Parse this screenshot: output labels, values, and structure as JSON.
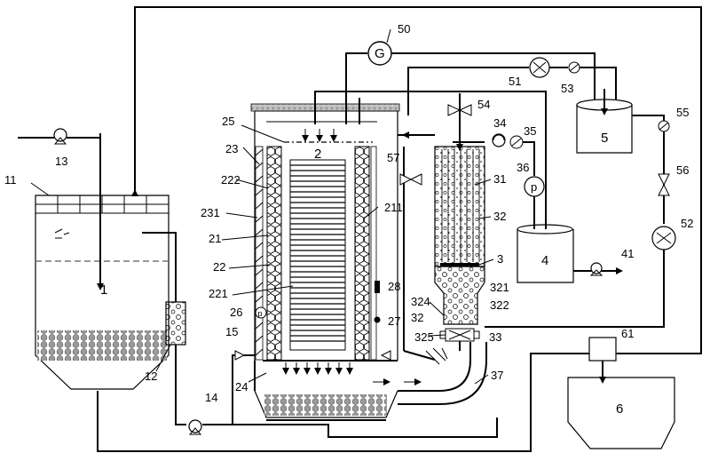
{
  "labels": {
    "n1": "1",
    "n2": "2",
    "n3": "3",
    "n4": "4",
    "n5": "5",
    "n6": "6",
    "n11": "11",
    "n12": "12",
    "n13": "13",
    "n14": "14",
    "n15": "15",
    "n21": "21",
    "n22": "22",
    "n23": "23",
    "n24": "24",
    "n25": "25",
    "n26": "26",
    "n27": "27",
    "n28": "28",
    "n31": "31",
    "n32a": "32",
    "n32b": "32",
    "n33": "33",
    "n34": "34",
    "n35": "35",
    "n36": "36",
    "n37": "37",
    "n41": "41",
    "n50": "50",
    "n51": "51",
    "n52": "52",
    "n53": "53",
    "n54": "54",
    "n55": "55",
    "n56": "56",
    "n57": "57",
    "n61": "61",
    "n211": "211",
    "n221": "221",
    "n222": "222",
    "n231": "231",
    "n321": "321",
    "n322": "322",
    "n324": "324",
    "n325": "325"
  },
  "symbols": {
    "generator": "G",
    "pump": "p",
    "pump2": "p"
  }
}
